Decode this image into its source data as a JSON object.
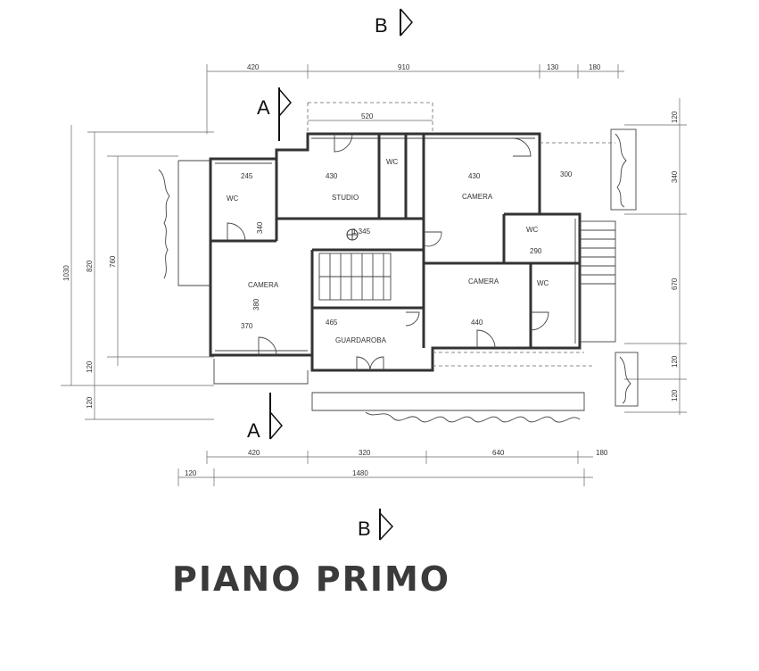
{
  "title": "PIANO PRIMO",
  "section_markers": {
    "b_top": "B",
    "b_bottom": "B",
    "a_top": "A",
    "a_bottom": "A"
  },
  "rooms": {
    "studio": "STUDIO",
    "camera_1": "CAMERA",
    "camera_2": "CAMERA",
    "camera_3": "CAMERA",
    "guardaroba": "GUARDAROBA",
    "wc_1": "WC",
    "wc_2": "WC",
    "wc_3": "WC",
    "wc_4": "WC"
  },
  "dimensions": {
    "top_1": "420",
    "top_2": "910",
    "top_3": "130",
    "top_4": "180",
    "studio_width": "520",
    "bottom_1": "420",
    "bottom_2": "320",
    "bottom_3": "640",
    "bottom_4": "180",
    "bottom_5": "120",
    "bottom_total": "1480",
    "left_total": "1030",
    "left_2": "820",
    "left_3": "760",
    "left_4": "120",
    "left_5": "120",
    "right_1": "120",
    "right_2": "340",
    "right_3": "670",
    "right_4": "120",
    "right_5": "120",
    "studio_dim": "430",
    "camera_dim": "430",
    "wc1_dim": "245",
    "wc1_h": "340",
    "camera3_h": "380",
    "camera3_w": "370",
    "guardaroba_w": "465",
    "camera2_w": "440",
    "scala": "1.345",
    "right_terrace": "300",
    "right_wc_w": "290"
  }
}
